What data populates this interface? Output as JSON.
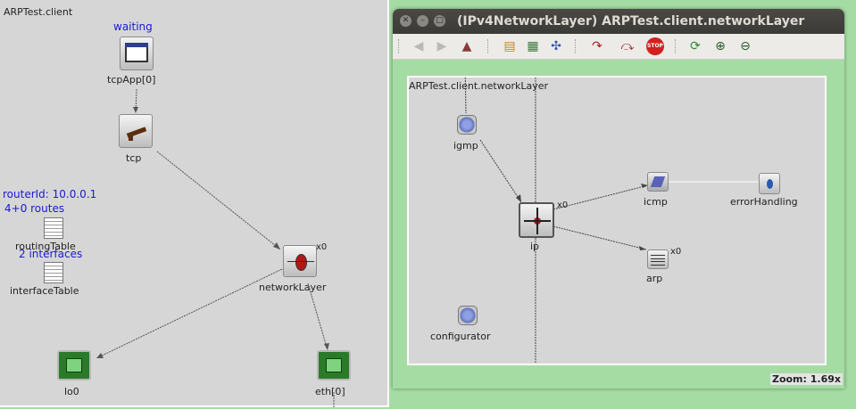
{
  "left": {
    "title": "ARPTest.client",
    "status_waiting": "waiting",
    "router_id": "routerId: 10.0.0.1",
    "routes": "4+0 routes",
    "interfaces": "2 interfaces",
    "modules": {
      "tcpApp": "tcpApp[0]",
      "tcp": "tcp",
      "routingTable": "routingTable",
      "interfaceTable": "interfaceTable",
      "networkLayer": "networkLayer",
      "lo0": "lo0",
      "eth": "eth[0]"
    },
    "badge": "x0"
  },
  "window": {
    "title": "(IPv4NetworkLayer) ARPTest.client.networkLayer",
    "toolbar": [
      "back-icon",
      "forward-icon",
      "parent-icon",
      "new-inspector-icon",
      "inspect-icon",
      "layout-icon",
      "run-icon",
      "fast-run-icon",
      "stop-icon",
      "refresh-icon",
      "zoom-in-icon",
      "zoom-out-icon"
    ],
    "stop_label": "STOP",
    "frame_title": "ARPTest.client.networkLayer",
    "modules": {
      "igmp": "igmp",
      "ip": "ip",
      "icmp": "icmp",
      "errorHandling": "errorHandling",
      "arp": "arp",
      "configurator": "configurator"
    },
    "badge": "x0",
    "zoom": "Zoom: 1.69x"
  },
  "colors": {
    "background": "#a5dca3",
    "canvas": "#d6d6d6",
    "titlebar": "#3c3b37",
    "status_text": "#1a1ad0"
  }
}
